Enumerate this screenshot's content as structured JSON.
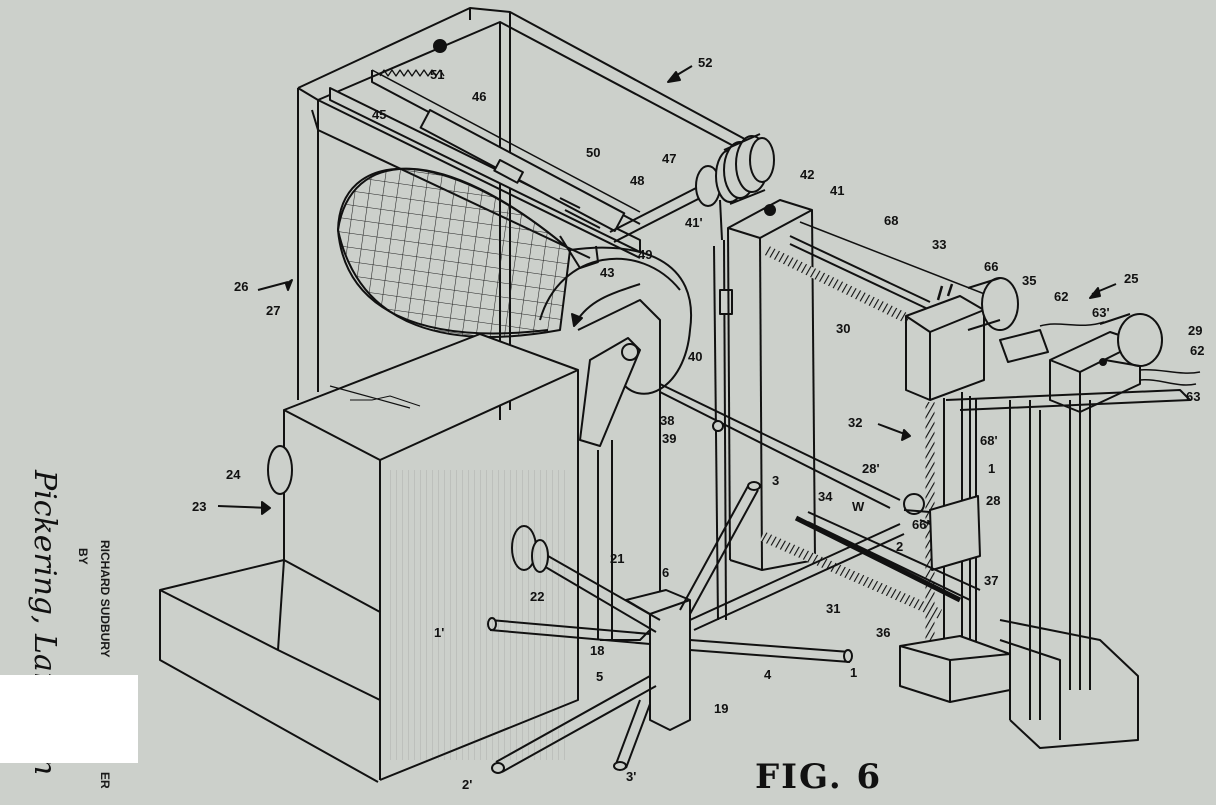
{
  "figure": {
    "caption": "FIG. 6"
  },
  "margin_text": {
    "inventor_name": "RICHARD SUDBURY",
    "by": "BY",
    "suffix": "ER",
    "signature": "Pickering, Langston"
  },
  "labels": [
    {
      "id": "52",
      "text": "52"
    },
    {
      "id": "51",
      "text": "51"
    },
    {
      "id": "46",
      "text": "46"
    },
    {
      "id": "45",
      "text": "45"
    },
    {
      "id": "50",
      "text": "50"
    },
    {
      "id": "47",
      "text": "47"
    },
    {
      "id": "48",
      "text": "48"
    },
    {
      "id": "42",
      "text": "42"
    },
    {
      "id": "41",
      "text": "41"
    },
    {
      "id": "41p",
      "text": "41'"
    },
    {
      "id": "49",
      "text": "49"
    },
    {
      "id": "43",
      "text": "43"
    },
    {
      "id": "68",
      "text": "68"
    },
    {
      "id": "33",
      "text": "33"
    },
    {
      "id": "66",
      "text": "66"
    },
    {
      "id": "35",
      "text": "35"
    },
    {
      "id": "62a",
      "text": "62"
    },
    {
      "id": "25",
      "text": "25"
    },
    {
      "id": "63p",
      "text": "63'"
    },
    {
      "id": "29",
      "text": "29"
    },
    {
      "id": "62b",
      "text": "62"
    },
    {
      "id": "63",
      "text": "63"
    },
    {
      "id": "26",
      "text": "26"
    },
    {
      "id": "27",
      "text": "27"
    },
    {
      "id": "30",
      "text": "30"
    },
    {
      "id": "40",
      "text": "40"
    },
    {
      "id": "32",
      "text": "32"
    },
    {
      "id": "38",
      "text": "38"
    },
    {
      "id": "39",
      "text": "39"
    },
    {
      "id": "68p",
      "text": "68'"
    },
    {
      "id": "24",
      "text": "24"
    },
    {
      "id": "23",
      "text": "23"
    },
    {
      "id": "28p",
      "text": "28'"
    },
    {
      "id": "3",
      "text": "3"
    },
    {
      "id": "34",
      "text": "34"
    },
    {
      "id": "W",
      "text": "W"
    },
    {
      "id": "1a",
      "text": "1"
    },
    {
      "id": "28",
      "text": "28"
    },
    {
      "id": "66p",
      "text": "66'"
    },
    {
      "id": "2",
      "text": "2"
    },
    {
      "id": "21",
      "text": "21"
    },
    {
      "id": "6",
      "text": "6"
    },
    {
      "id": "22",
      "text": "22"
    },
    {
      "id": "37",
      "text": "37"
    },
    {
      "id": "31",
      "text": "31"
    },
    {
      "id": "1p",
      "text": "1'"
    },
    {
      "id": "36",
      "text": "36"
    },
    {
      "id": "18",
      "text": "18"
    },
    {
      "id": "4",
      "text": "4"
    },
    {
      "id": "1b",
      "text": "1"
    },
    {
      "id": "5",
      "text": "5"
    },
    {
      "id": "19",
      "text": "19"
    },
    {
      "id": "2p",
      "text": "2'"
    },
    {
      "id": "3p",
      "text": "3'"
    }
  ]
}
